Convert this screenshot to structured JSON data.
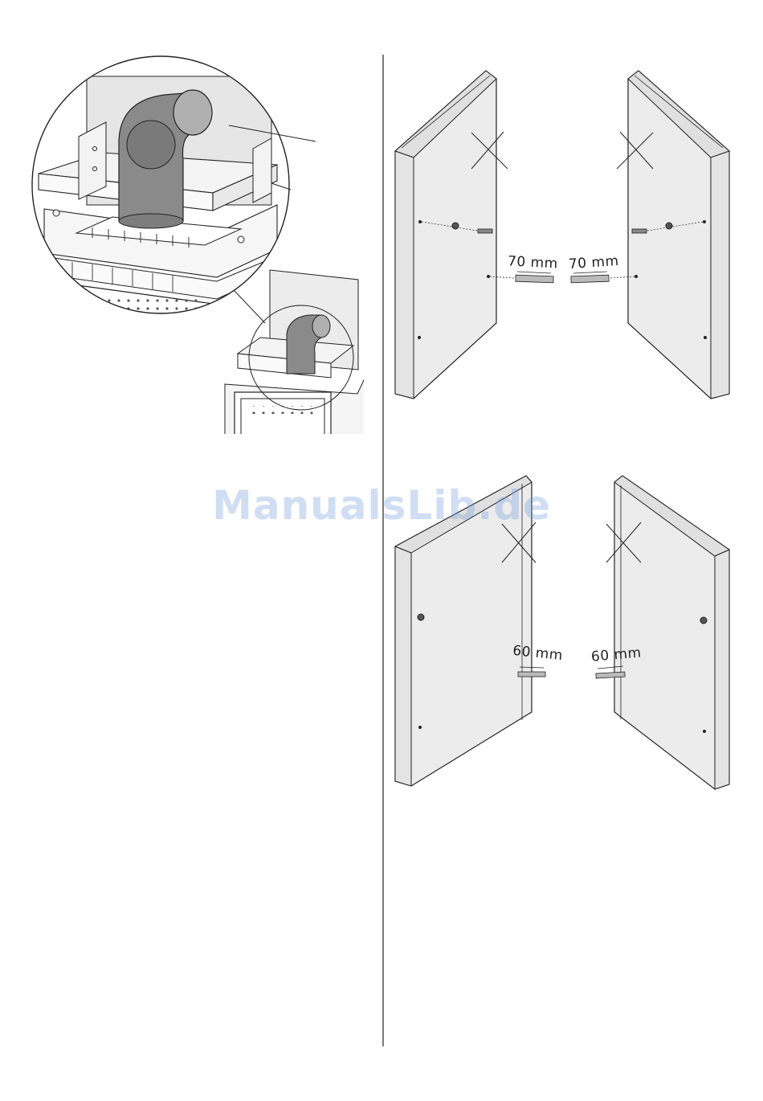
{
  "watermark": {
    "text": "ManualsLib.de"
  },
  "figure_top": {
    "label_left": "70 mm",
    "label_right": "70 mm"
  },
  "figure_bottom": {
    "label_left": "60 mm",
    "label_right": "60 mm"
  },
  "colors": {
    "line": "#1a1a1a",
    "panel_face": "#ececec",
    "panel_edge": "#d8d8d8",
    "pipe": "#8a8a8a",
    "pipe_dark": "#6e6e6e",
    "watermark": "#78a0dc"
  }
}
